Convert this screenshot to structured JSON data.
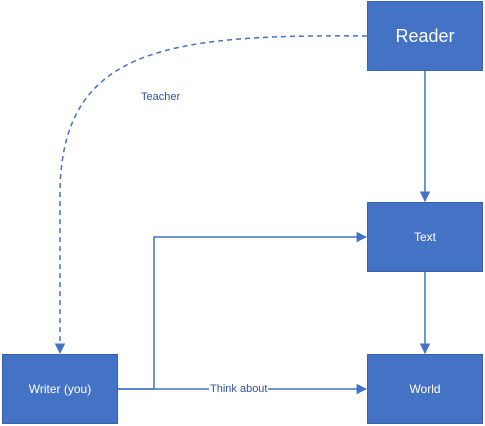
{
  "nodes": {
    "reader": "Reader",
    "text": "Text",
    "writer": "Writer (you)",
    "world": "World"
  },
  "edges": {
    "teacher": "Teacher",
    "think_about": "Think about"
  },
  "colors": {
    "node_fill": "#4472c4",
    "node_text": "#ffffff",
    "connector": "#4472c4",
    "edge_label": "#2f5597",
    "background": "#ffffff"
  }
}
